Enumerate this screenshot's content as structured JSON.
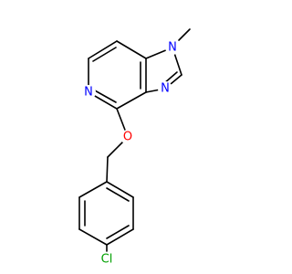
{
  "molecule": {
    "atoms": {
      "n_methyl": {
        "symbol": "N",
        "color": "#0000ff"
      },
      "n_pyridine": {
        "symbol": "N",
        "color": "#0000ff"
      },
      "n_imidazole": {
        "symbol": "N",
        "color": "#0000ff"
      },
      "o_ether": {
        "symbol": "O",
        "color": "#ff0000"
      },
      "cl": {
        "symbol": "Cl",
        "color": "#00a000"
      }
    }
  }
}
